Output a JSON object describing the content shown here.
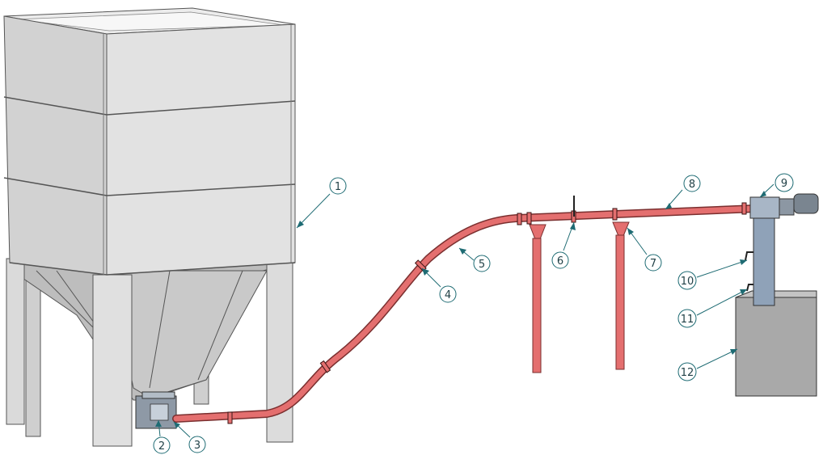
{
  "colors": {
    "silo_face": "#d8d8d8",
    "silo_shade": "#b9b9b9",
    "conveyor": "#e46f6f",
    "conveyor_edge": "#7a2f2f",
    "column": "#8fa2b8",
    "receiver_box": "#a9a9a9",
    "callout": "#1e6b73"
  },
  "callouts": [
    {
      "number": "1",
      "part": "silo"
    },
    {
      "number": "2",
      "part": "feeder"
    },
    {
      "number": "3",
      "part": "feeder-inlet"
    },
    {
      "number": "4",
      "part": "tube-joint"
    },
    {
      "number": "5",
      "part": "conveyor-tube"
    },
    {
      "number": "6",
      "part": "tube-coupling"
    },
    {
      "number": "7",
      "part": "discharge-spout"
    },
    {
      "number": "8",
      "part": "conveyor-tube-horizontal"
    },
    {
      "number": "9",
      "part": "drive-head"
    },
    {
      "number": "10",
      "part": "upper-sensor"
    },
    {
      "number": "11",
      "part": "lower-sensor"
    },
    {
      "number": "12",
      "part": "receiver-bin"
    }
  ]
}
